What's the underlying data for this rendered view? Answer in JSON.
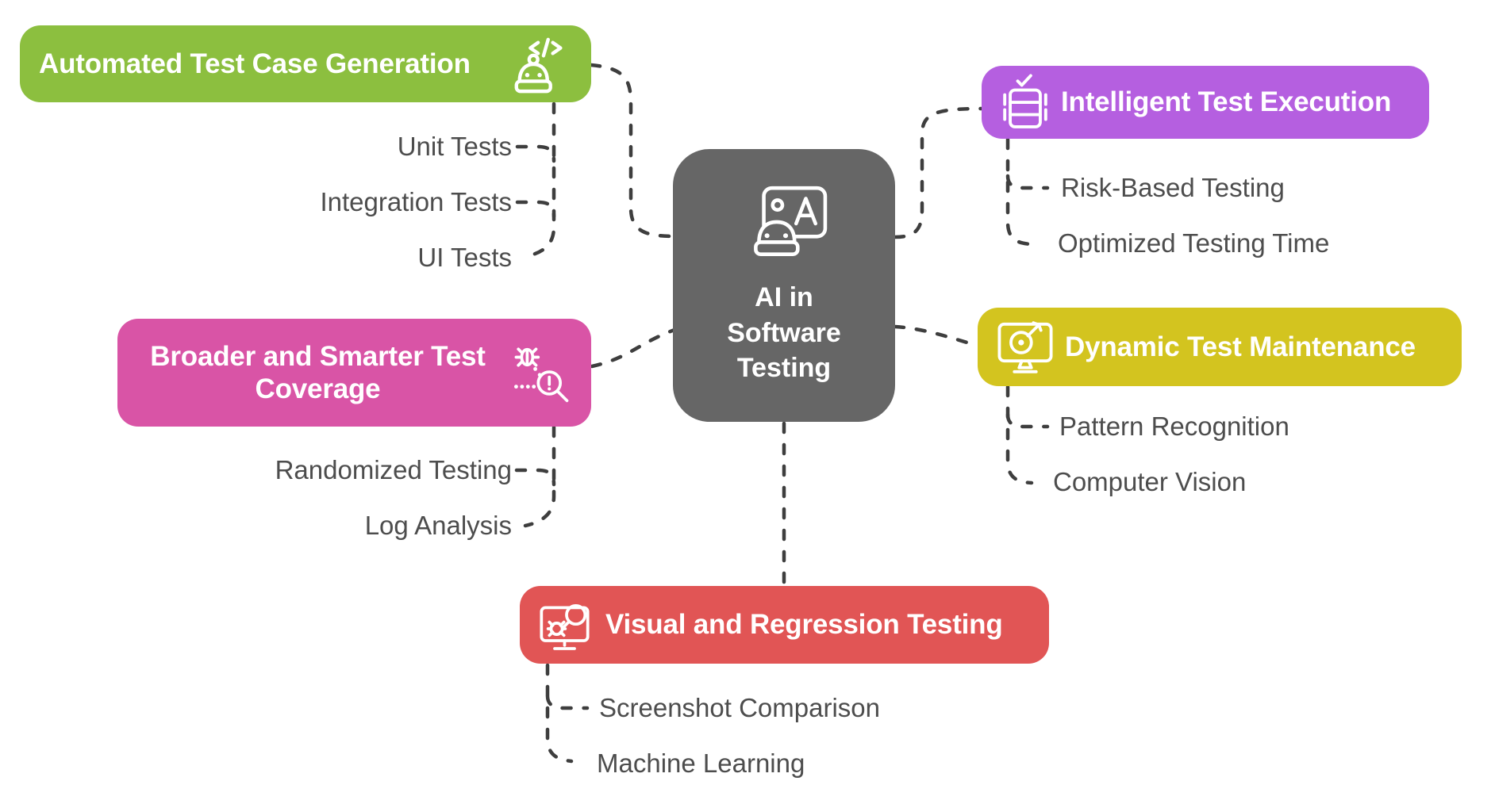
{
  "central": {
    "label": "AI in Software Testing",
    "icon": "robot-teaching-icon",
    "color": "#666666"
  },
  "branches": [
    {
      "label": "Automated Test Case Generation",
      "color": "#8CBF3F",
      "icon": "robot-code-icon",
      "children": [
        "Unit Tests",
        "Integration Tests",
        "UI Tests"
      ]
    },
    {
      "label": "Broader and Smarter Test Coverage",
      "color": "#D954A6",
      "icon": "bug-search-icon",
      "children": [
        "Randomized Testing",
        "Log Analysis"
      ]
    },
    {
      "label": "Intelligent Test Execution",
      "color": "#B55FE0",
      "icon": "checklist-stack-icon",
      "children": [
        "Risk-Based Testing",
        "Optimized Testing Time"
      ]
    },
    {
      "label": "Dynamic Test Maintenance",
      "color": "#D3C41F",
      "icon": "target-monitor-icon",
      "children": [
        "Pattern Recognition",
        "Computer Vision"
      ]
    },
    {
      "label": "Visual and Regression Testing",
      "color": "#E15555",
      "icon": "monitor-bug-search-icon",
      "children": [
        "Screenshot Comparison",
        "Machine Learning"
      ]
    }
  ],
  "connector_color": "#3E3E3E",
  "child_text_color": "#4D4D4D"
}
